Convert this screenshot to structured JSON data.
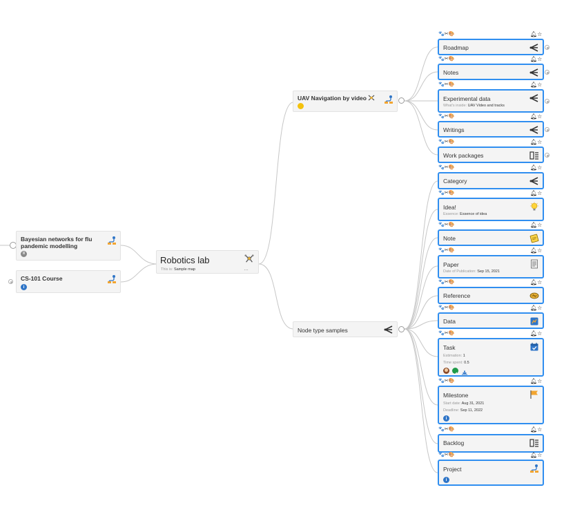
{
  "map": {
    "root": {
      "title": "Robotics lab",
      "sub_label": "This is:",
      "sub_value": "Sample map"
    },
    "left_nodes": [
      {
        "title": "Bayesian networks for flu pandemic modelling",
        "badge": "II"
      },
      {
        "title": "CS-101 Course",
        "badge": "i"
      }
    ],
    "branches": [
      {
        "title": "UAV Navigation by video"
      },
      {
        "title": "Node type samples"
      }
    ],
    "leaves": [
      {
        "title": "Roadmap"
      },
      {
        "title": "Notes"
      },
      {
        "title": "Experimental data",
        "sub_label": "What's inside:",
        "sub_value": "UAV Video and tracks"
      },
      {
        "title": "Writings"
      },
      {
        "title": "Work packages"
      },
      {
        "title": "Category"
      },
      {
        "title": "Idea!",
        "sub_label": "Essence:",
        "sub_value": "Essence of idea"
      },
      {
        "title": "Note"
      },
      {
        "title": "Paper",
        "sub_label": "Date of Publication:",
        "sub_value": "Sep 15, 2021"
      },
      {
        "title": "Reference"
      },
      {
        "title": "Data"
      },
      {
        "title": "Task",
        "sub1_label": "Estimation:",
        "sub1_value": "1",
        "sub2_label": "Time spent:",
        "sub2_value": "0.5"
      },
      {
        "title": "Milestone",
        "sub1_label": "Start date:",
        "sub1_value": "Aug 31, 2021",
        "sub2_label": "Deadline:",
        "sub2_value": "Sep 11, 2022",
        "badge": "i"
      },
      {
        "title": "Backlog"
      },
      {
        "title": "Project",
        "badge": "i"
      }
    ],
    "colors": {
      "selection_border": "#2f8ef0",
      "node_bg": "#f4f4f4",
      "edge": "#c4c4c4",
      "info": "#2f75c7"
    }
  }
}
